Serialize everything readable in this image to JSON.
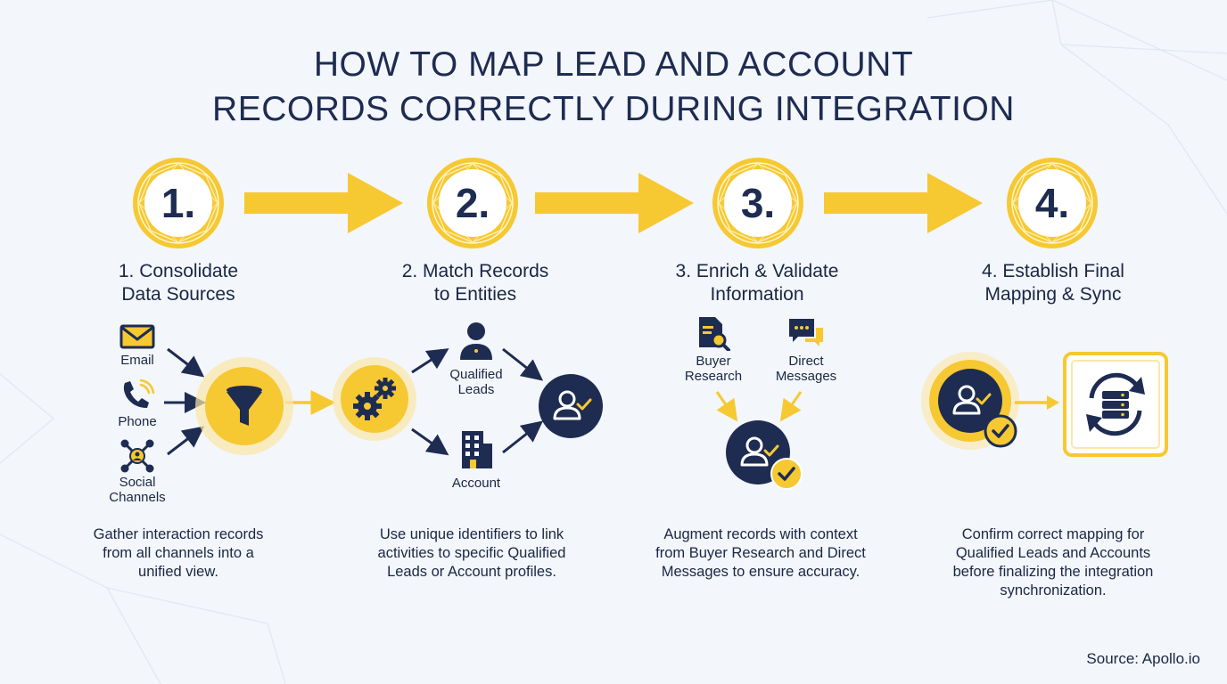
{
  "title": {
    "line1": "HOW TO MAP LEAD AND ACCOUNT",
    "line2": "RECORDS CORRECTLY DURING INTEGRATION"
  },
  "colors": {
    "navy": "#1e2c52",
    "gold": "#f6c832",
    "gold_dark": "#e8b51e",
    "background": "#f3f6fa"
  },
  "steps": [
    {
      "number": "1.",
      "heading": [
        "1. Consolidate",
        "Data Sources"
      ],
      "description": [
        "Gather interaction records",
        "from all channels into a",
        "unified view."
      ],
      "sources": [
        {
          "icon": "envelope-icon",
          "label": [
            "Email"
          ]
        },
        {
          "icon": "phone-icon",
          "label": [
            "Phone"
          ]
        },
        {
          "icon": "network-icon",
          "label": [
            "Social",
            "Channels"
          ]
        }
      ],
      "hub_icon": "funnel-icon"
    },
    {
      "number": "2.",
      "heading": [
        "2. Match Records",
        "to Entities"
      ],
      "description": [
        "Use unique identifiers to link",
        "activities to specific Qualified",
        "Leads or Account profiles."
      ],
      "hub_icon": "gears-icon",
      "targets": [
        {
          "icon": "person-icon",
          "label": [
            "Qualified",
            "Leads"
          ]
        },
        {
          "icon": "building-icon",
          "label": [
            "Account"
          ]
        }
      ],
      "result_icon": "verified-user-icon"
    },
    {
      "number": "3.",
      "heading": [
        "3. Enrich & Validate",
        "Information"
      ],
      "description": [
        "Augment records with context",
        "from Buyer Research and Direct",
        "Messages to ensure accuracy."
      ],
      "inputs": [
        {
          "icon": "document-search-icon",
          "label": [
            "Buyer",
            "Research"
          ]
        },
        {
          "icon": "chat-bubbles-icon",
          "label": [
            "Direct",
            "Messages"
          ]
        }
      ],
      "result_icon": "verified-user-icon"
    },
    {
      "number": "4.",
      "heading": [
        "4. Establish Final",
        "Mapping & Sync"
      ],
      "description": [
        "Confirm correct mapping for",
        "Qualified Leads and Accounts",
        "before finalizing the integration",
        "synchronization."
      ],
      "source_icon": "verified-user-icon",
      "sync_icon": "database-sync-icon"
    }
  ],
  "source_note": "Source: Apollo.io"
}
